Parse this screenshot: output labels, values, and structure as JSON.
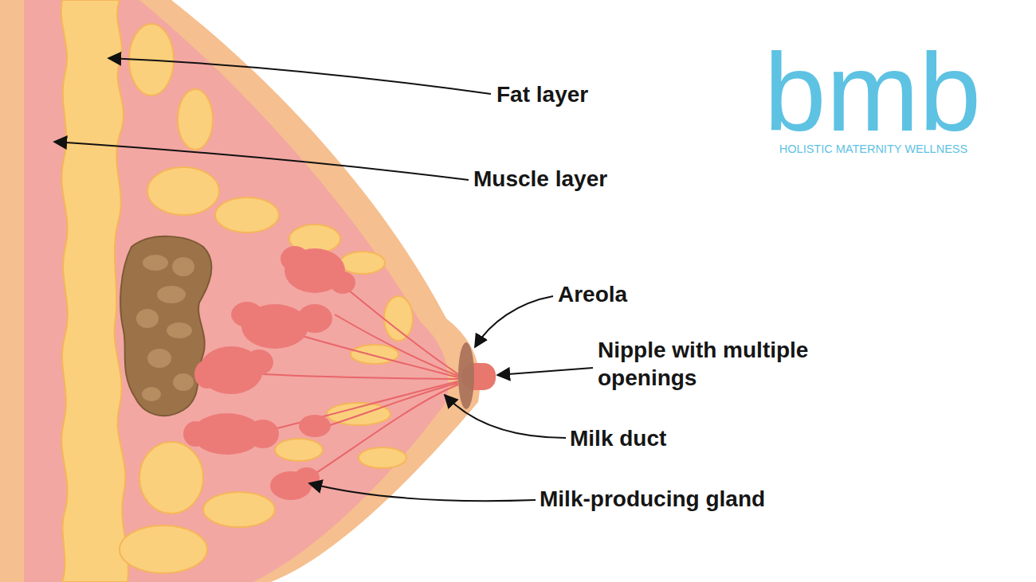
{
  "diagram": {
    "labels": [
      "Fat layer",
      "Muscle layer",
      "Areola",
      "Nipple with multiple openings",
      "Milk duct",
      "Milk-producing gland",
      "bmb",
      "HOLISTIC MATERNITY WELLNESS"
    ]
  }
}
